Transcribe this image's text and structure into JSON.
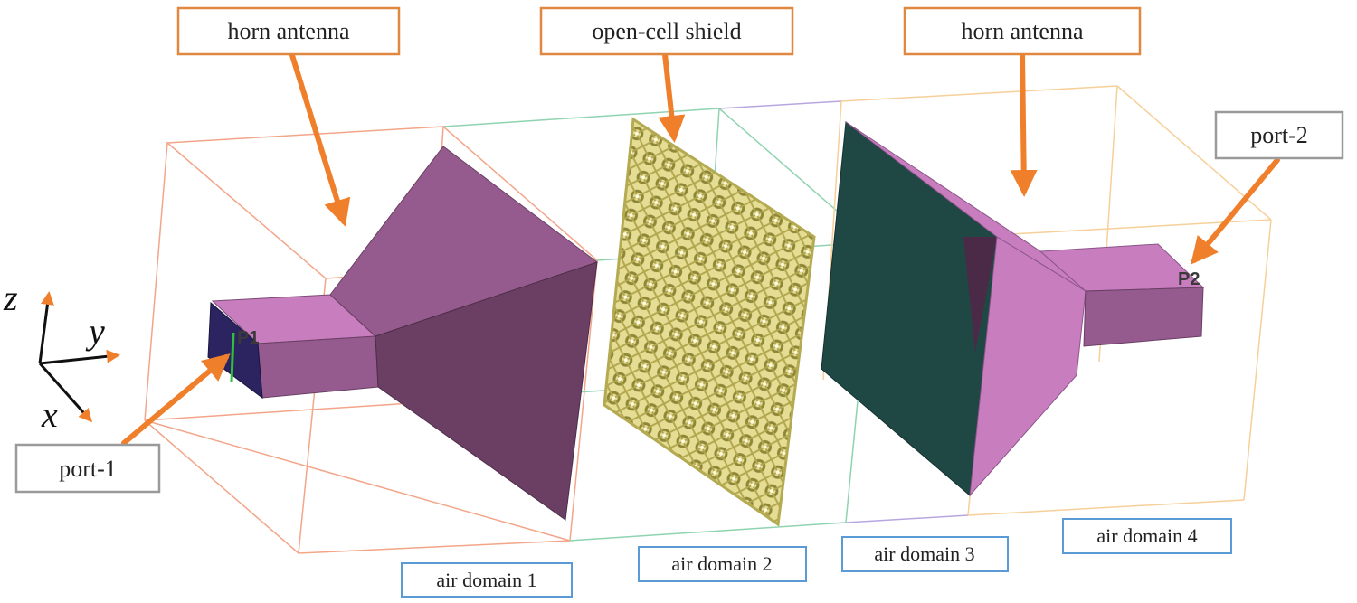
{
  "callouts": {
    "horn_left": "horn antenna",
    "shield": "open-cell shield",
    "horn_right": "horn antenna",
    "port_1": "port-1",
    "port_2": "port-2"
  },
  "domains": [
    "air domain 1",
    "air domain 2",
    "air domain 3",
    "air domain 4"
  ],
  "axes": {
    "z": "z",
    "y": "y",
    "x": "x"
  },
  "port_tags": {
    "p1": "P1",
    "p2": "P2"
  },
  "colors": {
    "callout_border_orange": "#e0883f",
    "callout_border_gray": "#9a9a9a",
    "domain_border_blue": "#5b9bd5",
    "arrow": "#f07f2c",
    "horn_light": "#c87dbf",
    "horn_mid": "#955b8e",
    "horn_dark": "#6a3f63",
    "aperture": "#1f4744",
    "shield": "#d9cf7c",
    "domain1_lines": "#f3a589",
    "domain2_lines": "#8fd3b0",
    "domain3_lines": "#b8a6e0",
    "domain4_lines": "#f7cf99"
  }
}
